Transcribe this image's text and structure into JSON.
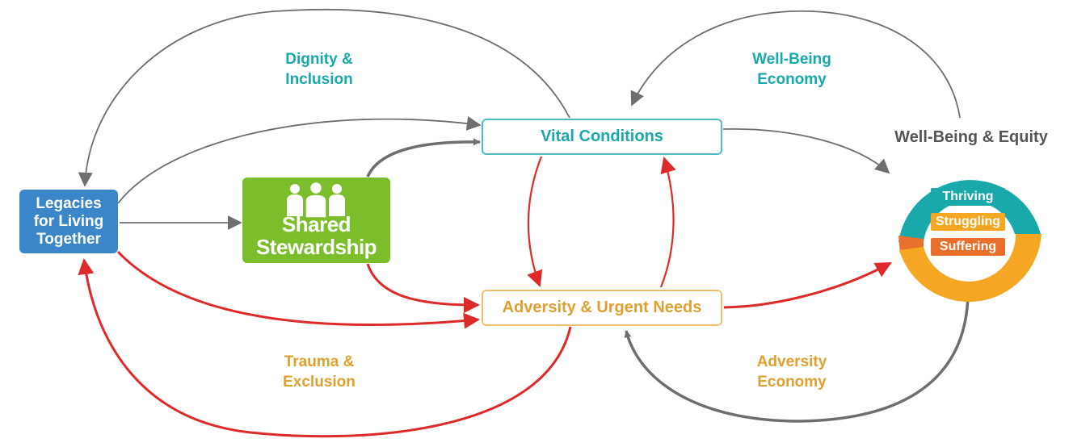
{
  "loops": {
    "top_left": "Dignity & Inclusion",
    "top_left_lines": [
      "Dignity &",
      "Inclusion"
    ],
    "top_right_lines": [
      "Well-Being",
      "Economy"
    ],
    "bottom_left_lines": [
      "Trauma &",
      "Exclusion"
    ],
    "bottom_right_lines": [
      "Adversity",
      "Economy"
    ]
  },
  "nodes": {
    "vital_conditions": "Vital Conditions",
    "adversity": "Adversity & Urgent Needs",
    "legacies_lines": [
      "Legacies",
      "for Living",
      "Together"
    ],
    "shared_lines": [
      "Shared",
      "Stewardship"
    ]
  },
  "wellbeing": {
    "title": "Well-Being & Equity",
    "thriving": "Thriving",
    "struggling": "Struggling",
    "suffering": "Suffering"
  },
  "colors": {
    "teal": "#1aa9aa",
    "gold": "#e0a030",
    "blue": "#3a86c8",
    "green": "#7bbd2a",
    "red": "#dd2a2a",
    "gray": "#6e6e6e",
    "orange": "#e8702a"
  }
}
